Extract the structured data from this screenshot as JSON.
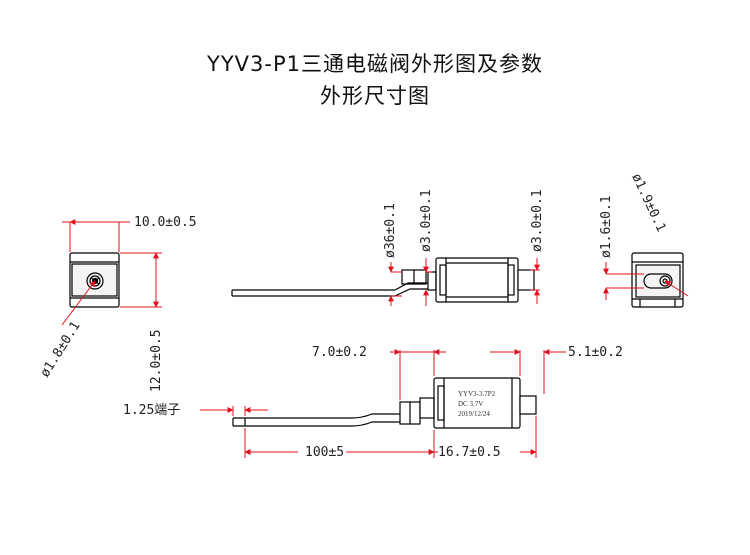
{
  "title": {
    "line1": "YYV3-P1三通电磁阀外形图及参数",
    "line2": "外形尺寸图"
  },
  "dimensions": {
    "end_width": "10.0±0.5",
    "end_height": "12.0±0.5",
    "end_hole": "ø1.8±0.1",
    "side_36": "ø36±0.1",
    "side_30a": "ø3.0±0.1",
    "side_30b": "ø3.0±0.1",
    "right_16": "ø1.6±0.1",
    "right_19": "ø1.9±0.1",
    "bottom_70": "7.0±0.2",
    "bottom_51": "5.1±0.2",
    "terminal": "1.25端子",
    "lead_length": "100±5",
    "body_length": "16.7±0.5"
  },
  "stamp": {
    "model": "YYV3-3.7P2",
    "voltage": "DC 3.7V",
    "date": "2019/12/24"
  },
  "colors": {
    "dimension": "#e0101e",
    "outline": "#000000"
  }
}
